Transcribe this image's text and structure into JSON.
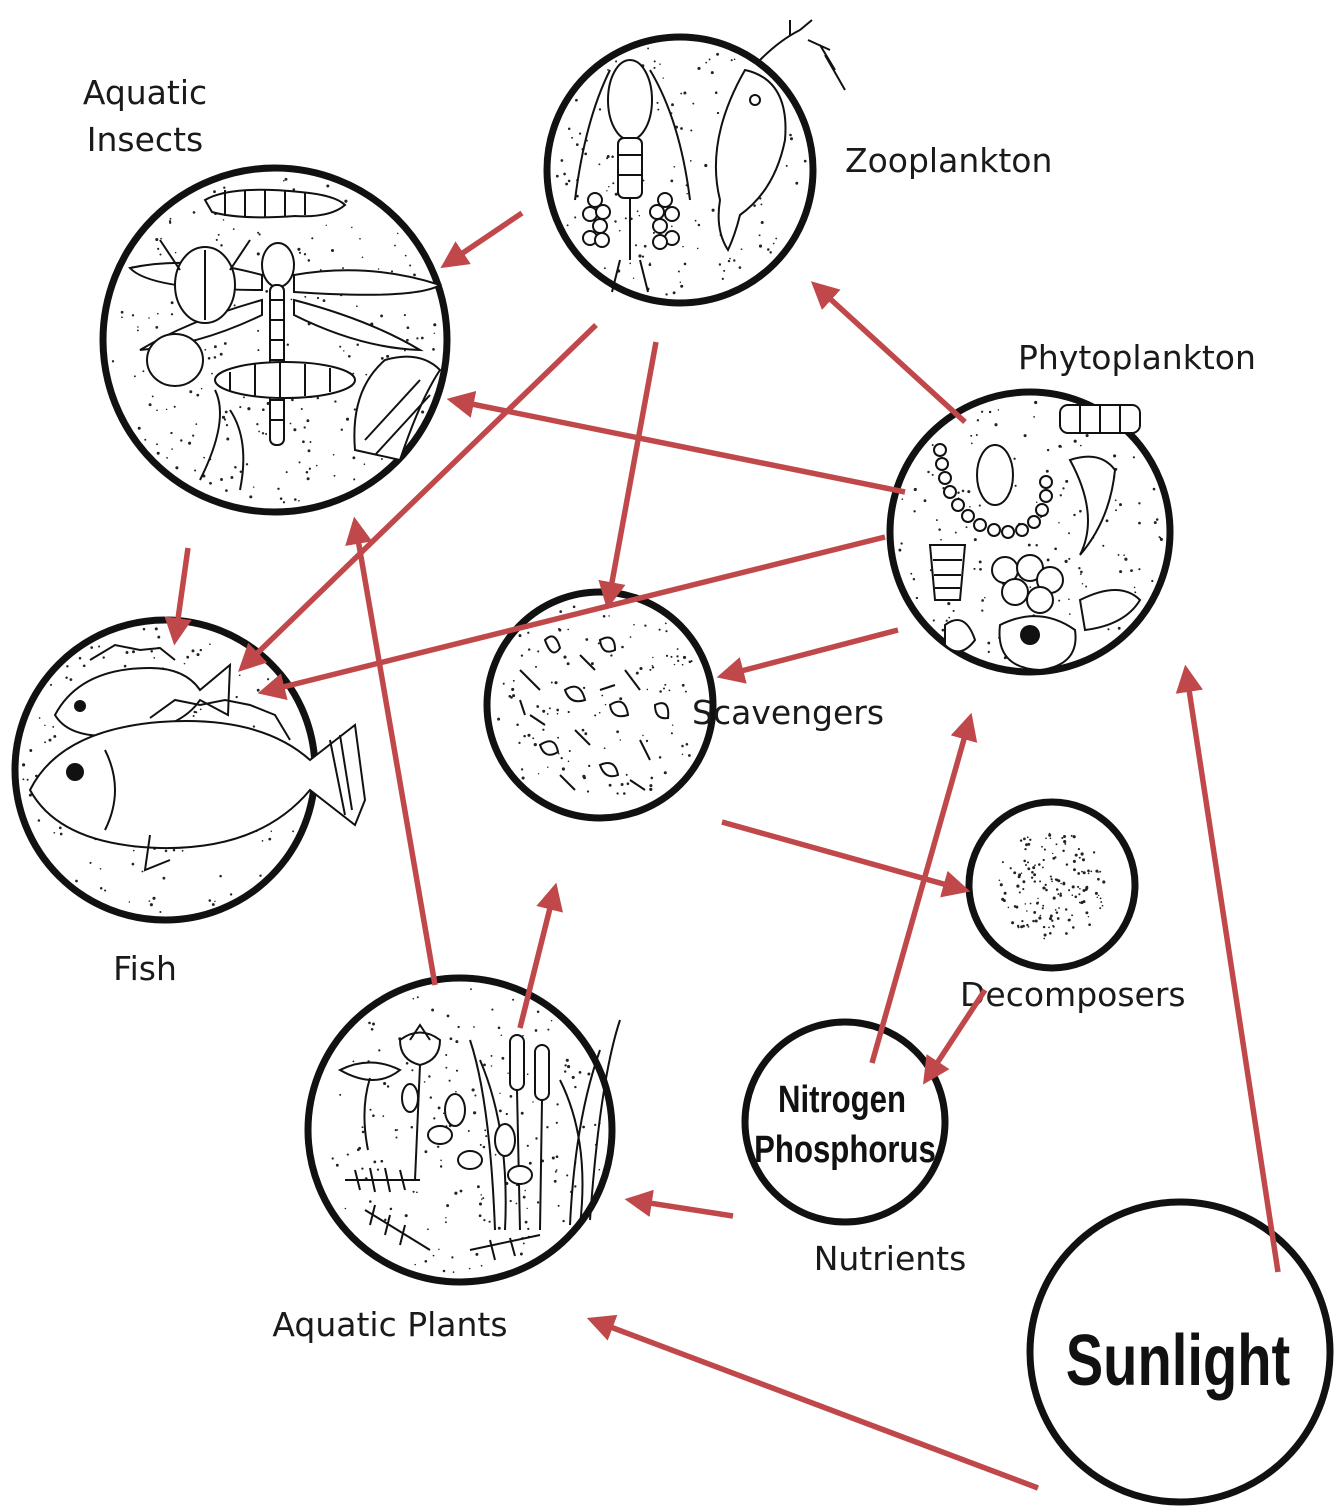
{
  "nodes": {
    "aquatic_insects": {
      "label_line1": "Aquatic",
      "label_line2": "Insects",
      "icon": "insects-illustration"
    },
    "zooplankton": {
      "label": "Zooplankton",
      "icon": "zooplankton-illustration"
    },
    "phytoplankton": {
      "label": "Phytoplankton",
      "icon": "phytoplankton-illustration"
    },
    "fish": {
      "label": "Fish",
      "icon": "fish-illustration"
    },
    "scavengers": {
      "label": "Scavengers",
      "icon": "leaf-debris-illustration"
    },
    "decomposers": {
      "label": "Decomposers",
      "icon": "stipple-dots"
    },
    "nutrients": {
      "label": "Nutrients",
      "inner_line1": "Nitrogen",
      "inner_line2": "Phosphorus"
    },
    "aquatic_plants": {
      "label": "Aquatic Plants",
      "icon": "plants-illustration"
    },
    "sunlight": {
      "inner": "Sunlight"
    }
  },
  "arrow_color": "#c0484a",
  "edges": [
    {
      "from": "zooplankton",
      "to": "aquatic_insects"
    },
    {
      "from": "zooplankton",
      "to": "fish"
    },
    {
      "from": "zooplankton",
      "to": "scavengers"
    },
    {
      "from": "phytoplankton",
      "to": "zooplankton"
    },
    {
      "from": "phytoplankton",
      "to": "aquatic_insects"
    },
    {
      "from": "phytoplankton",
      "to": "fish"
    },
    {
      "from": "phytoplankton",
      "to": "scavengers"
    },
    {
      "from": "aquatic_insects",
      "to": "fish"
    },
    {
      "from": "aquatic_plants",
      "to": "aquatic_insects"
    },
    {
      "from": "aquatic_plants",
      "to": "scavengers"
    },
    {
      "from": "scavengers",
      "to": "decomposers"
    },
    {
      "from": "decomposers",
      "to": "nutrients"
    },
    {
      "from": "nutrients",
      "to": "phytoplankton"
    },
    {
      "from": "nutrients",
      "to": "aquatic_plants"
    },
    {
      "from": "sunlight",
      "to": "phytoplankton"
    },
    {
      "from": "sunlight",
      "to": "aquatic_plants"
    }
  ]
}
